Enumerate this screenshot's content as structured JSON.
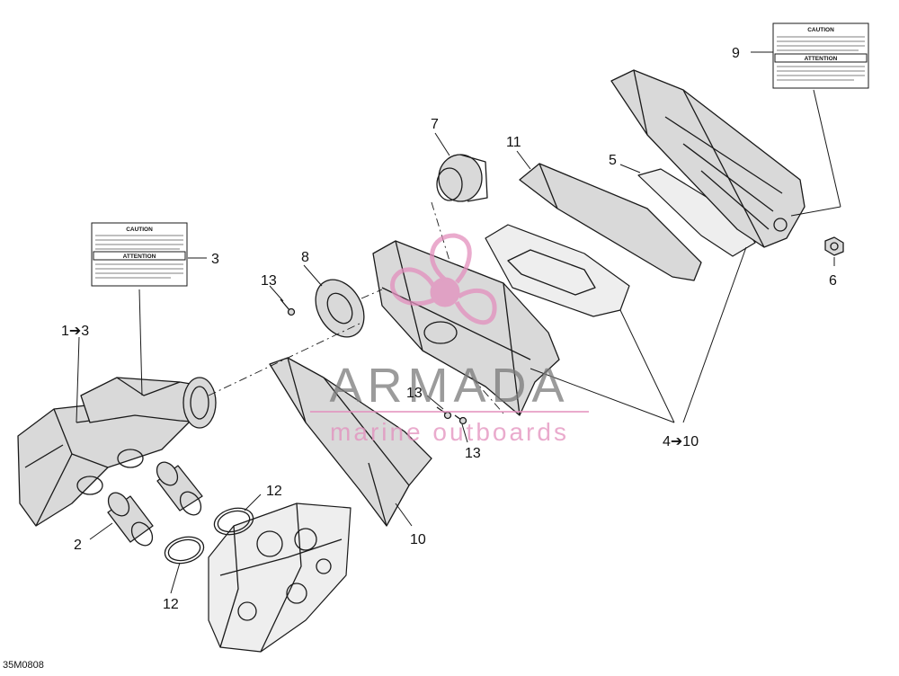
{
  "diagram": {
    "figure_code": "35M0808",
    "callouts": {
      "c1to3": "1➔3",
      "c2": "2",
      "c3": "3",
      "c4to10": "4➔10",
      "c5": "5",
      "c6": "6",
      "c7": "7",
      "c8": "8",
      "c9": "9",
      "c10": "10",
      "c11": "11",
      "c12a": "12",
      "c12b": "12",
      "c13a": "13",
      "c13b": "13",
      "c13c": "13"
    },
    "labels": {
      "label_left": {
        "caution": "CAUTION",
        "attention": "ATTENTION"
      },
      "label_right": {
        "caution": "CAUTION",
        "attention": "ATTENTION"
      }
    }
  },
  "watermark": {
    "brand": "ARMADA",
    "tagline": "marine outboards",
    "color": "#e38fbd"
  }
}
